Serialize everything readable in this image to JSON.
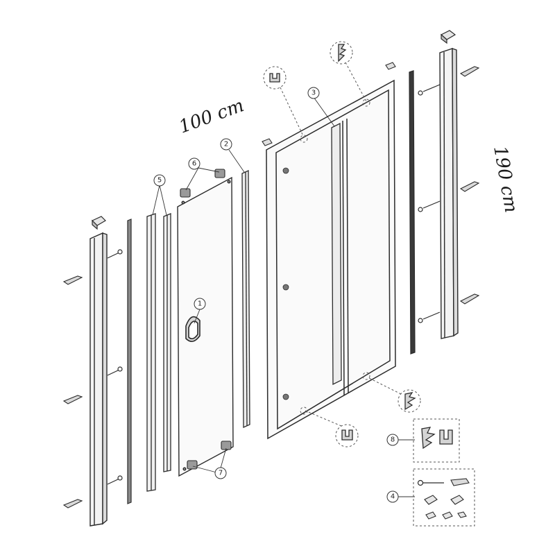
{
  "dimensions": {
    "width_label": "100 cm",
    "height_label": "190 cm"
  },
  "callouts": [
    {
      "id": "1",
      "label": "1"
    },
    {
      "id": "2",
      "label": "2"
    },
    {
      "id": "3",
      "label": "3"
    },
    {
      "id": "4",
      "label": "4"
    },
    {
      "id": "5",
      "label": "5"
    },
    {
      "id": "6",
      "label": "6"
    },
    {
      "id": "7",
      "label": "7"
    },
    {
      "id": "8",
      "label": "8"
    }
  ],
  "colors": {
    "line": "#2a2a2a",
    "panel_fill": "#fafafa",
    "part_fill": "#d9d9d9",
    "seal_dark": "#3a3a3a"
  }
}
